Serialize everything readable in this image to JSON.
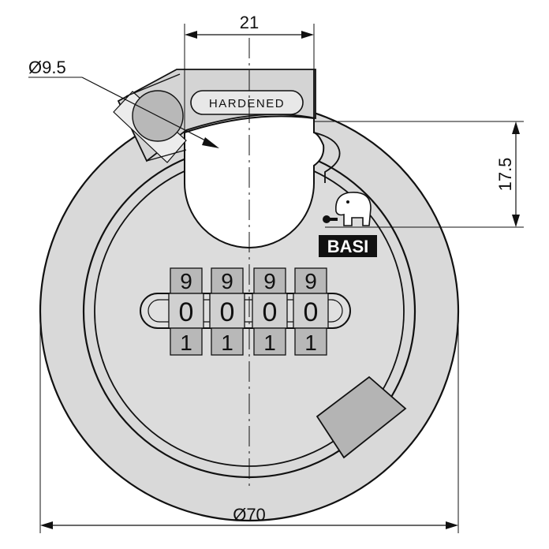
{
  "dimensions": {
    "shackle_gap": "21",
    "pin_diameter": "Ø9.5",
    "shackle_height": "17.5",
    "body_diameter": "Ø70"
  },
  "engraving": {
    "hardened": "HARDENED"
  },
  "brand": {
    "name": "BASI"
  },
  "dials": [
    {
      "top": "9",
      "middle": "0",
      "bottom": "1"
    },
    {
      "top": "9",
      "middle": "0",
      "bottom": "1"
    },
    {
      "top": "9",
      "middle": "0",
      "bottom": "1"
    },
    {
      "top": "9",
      "middle": "0",
      "bottom": "1"
    }
  ],
  "colors": {
    "body": "#d9d9d9",
    "shading": "#b4b4b4",
    "line": "#111111",
    "brand_plate": "#111111"
  },
  "icons": {
    "brand_logo": "elephant-icon",
    "keyhole": "keyhole-icon"
  }
}
